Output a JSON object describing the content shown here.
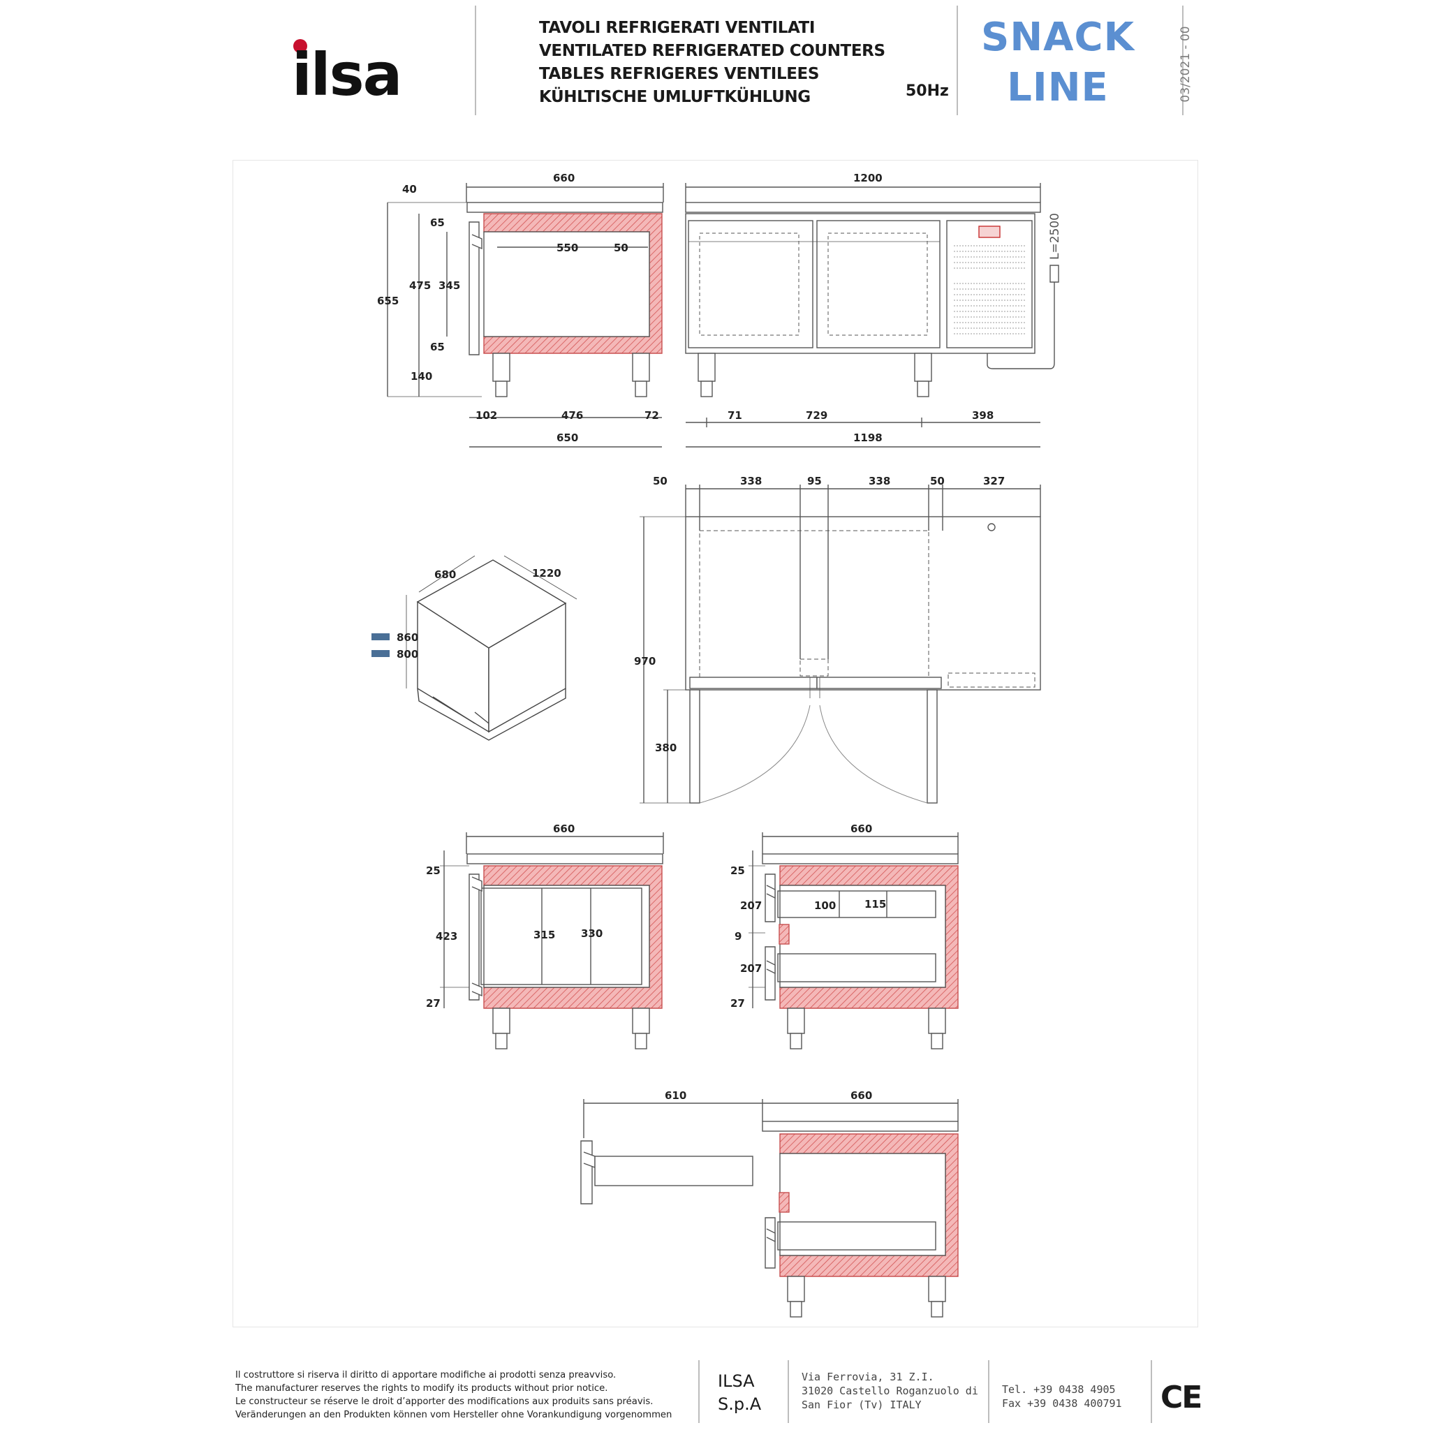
{
  "header": {
    "brand": "ilsa",
    "titles": [
      "TAVOLI REFRIGERATI VENTILATI",
      "VENTILATED REFRIGERATED COUNTERS",
      "TABLES REFRIGERES VENTILEES",
      "KÜHLTISCHE UMLUFTKÜHLUNG"
    ],
    "frequency": "50Hz",
    "line_name": [
      "SNACK",
      "LINE"
    ],
    "revision": "03/2021 - 00",
    "colors": {
      "line_name": "#5b8fd1",
      "brand_dot": "#c8102e"
    }
  },
  "drawings": {
    "side_view": {
      "top": [
        "40",
        "660"
      ],
      "left": [
        "655",
        "475",
        "345",
        "65",
        "65",
        "140"
      ],
      "inner": [
        "550",
        "50"
      ],
      "bottom": [
        "102",
        "476",
        "72",
        "650"
      ]
    },
    "front_view": {
      "top": "1200",
      "cable": "L=2500",
      "bottom": [
        "71",
        "729",
        "398",
        "1198"
      ]
    },
    "package": {
      "depth": "680",
      "width": "1220",
      "heights": [
        "860",
        "800"
      ],
      "height_colors": [
        "#4a6f96",
        "#4a6f96"
      ]
    },
    "door_view": {
      "top": [
        "50",
        "338",
        "95",
        "338",
        "50",
        "327"
      ],
      "height": "970",
      "leg_height": "380"
    },
    "section_door": {
      "top": "660",
      "left": [
        "25",
        "423",
        "27"
      ],
      "inner": [
        "315",
        "330"
      ]
    },
    "section_drawers": {
      "top": "660",
      "left": [
        "25",
        "207",
        "9",
        "207",
        "27"
      ],
      "inner": [
        "100",
        "115"
      ]
    },
    "drawer_open": {
      "extension": "610",
      "depth": "660"
    },
    "insulation_color": "#e07a7a"
  },
  "footer": {
    "legal": [
      "Il costruttore si riserva il diritto di apportare modifiche ai prodotti senza preavviso.",
      "The manufacturer reserves the rights to modify its products without prior notice.",
      "Le constructeur se réserve le droit d’apporter des modifications aux produits sans préavis.",
      "Veränderungen an den Produkten können vom Hersteller ohne Vorankundigung vorgenommen"
    ],
    "company": [
      "ILSA",
      "S.p.A"
    ],
    "address": [
      "Via Ferrovia, 31 Z.I.",
      "31020 Castello Roganzuolo di",
      "San Fior (Tv) ITALY"
    ],
    "contact": [
      "Tel. +39 0438 4905",
      "Fax +39 0438 400791"
    ],
    "mark": "CE"
  }
}
